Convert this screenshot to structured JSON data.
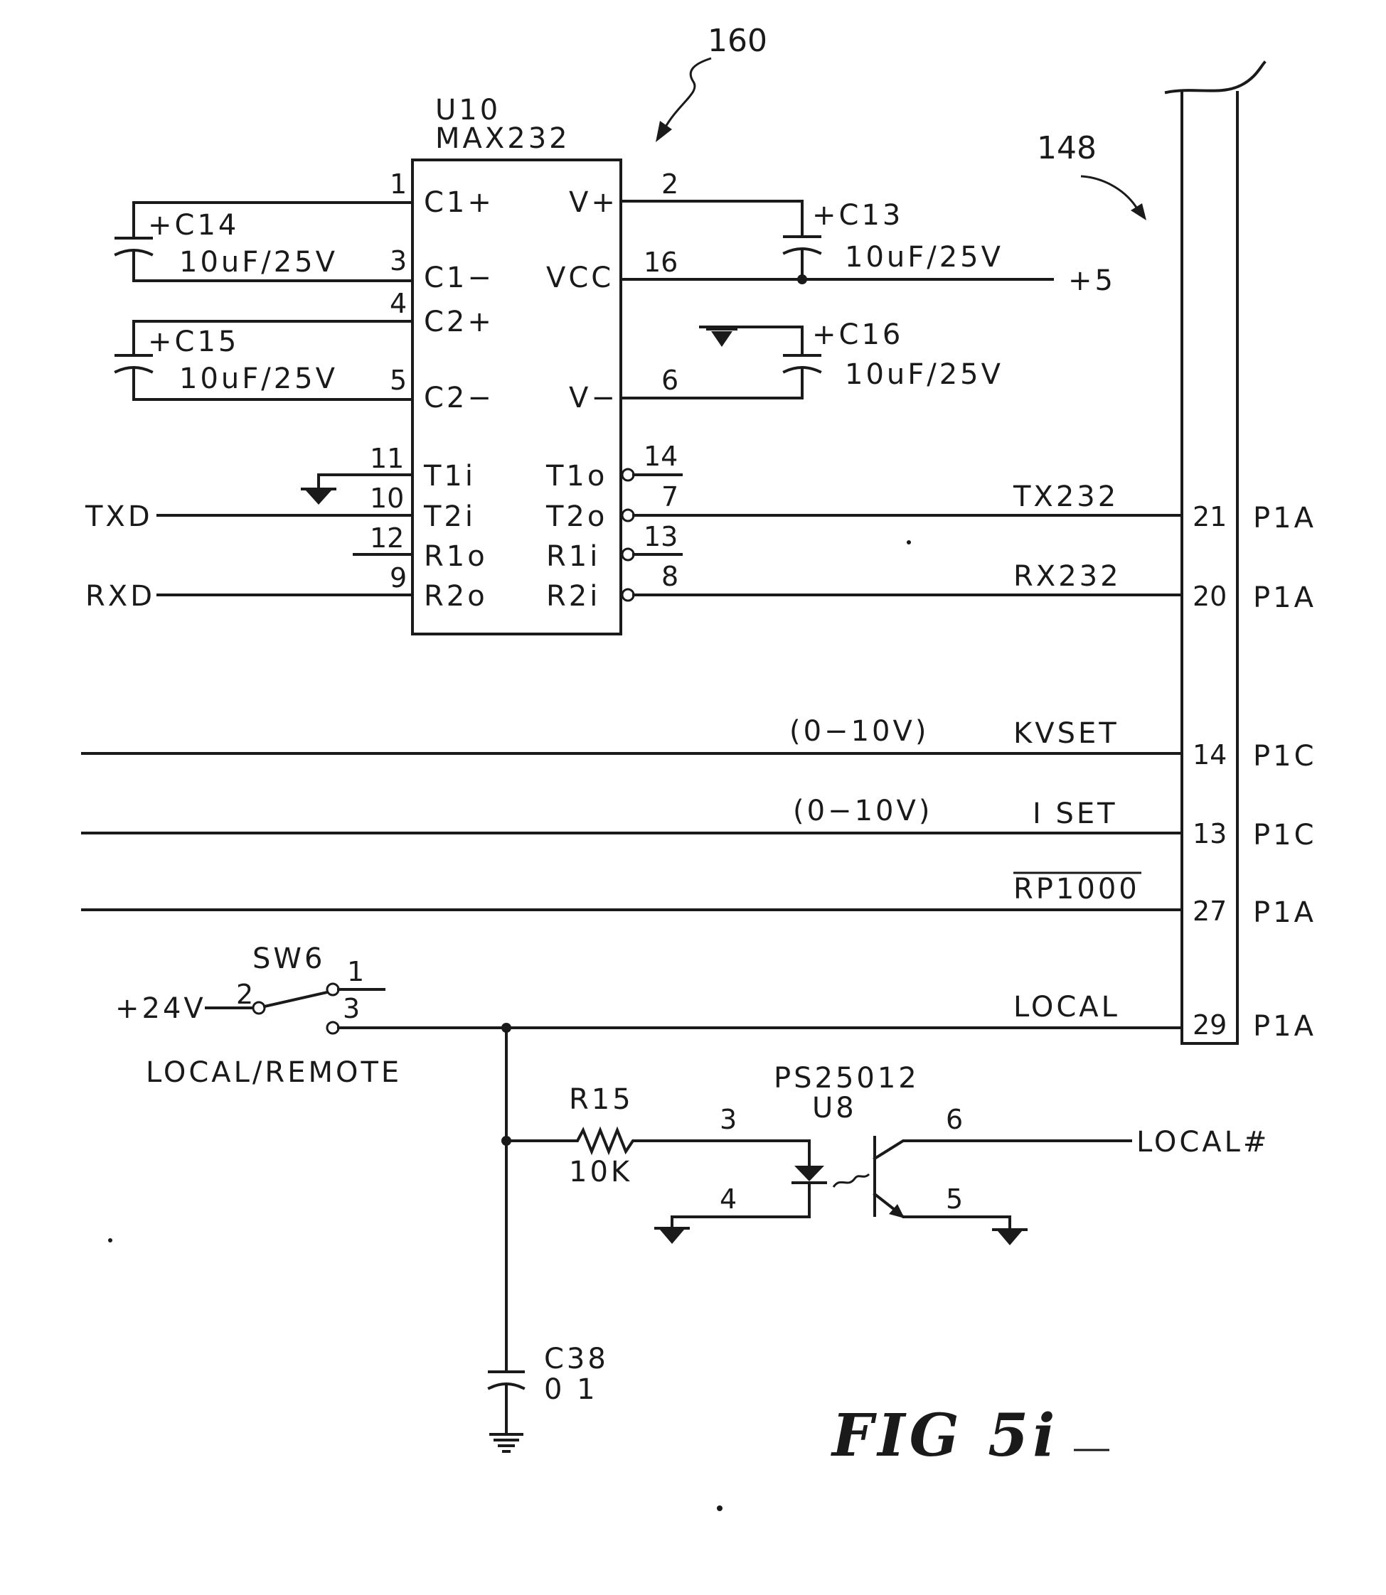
{
  "refs": {
    "circuit": "160",
    "connector": "148"
  },
  "u10": {
    "ref": "U10",
    "part": "MAX232",
    "pins": {
      "c1p": "C1+",
      "c1m": "C1−",
      "c2p": "C2+",
      "c2m": "C2−",
      "t1i": "T1i",
      "t2i": "T2i",
      "r1o": "R1o",
      "r2o": "R2o",
      "vp": "V+",
      "vcc": "VCC",
      "vm": "V−",
      "t1o": "T1o",
      "t2o": "T2o",
      "r1i": "R1i",
      "r2i": "R2i"
    },
    "pin_numbers": {
      "c1p": "1",
      "c1m": "3",
      "c2p": "4",
      "c2m": "5",
      "t1i": "11",
      "t2i": "10",
      "r1o": "12",
      "r2o": "9",
      "vp": "2",
      "vcc": "16",
      "vm": "6",
      "t1o": "14",
      "t2o": "7",
      "r1i": "13",
      "r2i": "8"
    }
  },
  "capacitors": {
    "c14": {
      "ref": "+C14",
      "value": "10uF/25V"
    },
    "c15": {
      "ref": "+C15",
      "value": "10uF/25V"
    },
    "c13": {
      "ref": "+C13",
      "value": "10uF/25V"
    },
    "c16": {
      "ref": "+C16",
      "value": "10uF/25V"
    },
    "c38": {
      "ref": "C38",
      "value": "0 1"
    }
  },
  "supply": {
    "plus5": "+5",
    "plus24": "+24V"
  },
  "signals": {
    "txd": "TXD",
    "rxd": "RXD",
    "tx232": "TX232",
    "rx232": "RX232",
    "kvset": "KVSET",
    "iset": "I SET",
    "rp1000": "RP1000",
    "local": "LOCAL",
    "local_n": "LOCAL#",
    "range_kv": "(0−10V)",
    "range_i": "(0−10V)"
  },
  "connector_pins": [
    {
      "num": "21",
      "port": "P1A"
    },
    {
      "num": "20",
      "port": "P1A"
    },
    {
      "num": "14",
      "port": "P1C"
    },
    {
      "num": "13",
      "port": "P1C"
    },
    {
      "num": "27",
      "port": "P1A"
    },
    {
      "num": "29",
      "port": "P1A"
    }
  ],
  "switch": {
    "ref": "SW6",
    "caption": "LOCAL/REMOTE",
    "pin1": "1",
    "pin2": "2",
    "pin3": "3"
  },
  "r15": {
    "ref": "R15",
    "value": "10K"
  },
  "u8": {
    "part": "PS25012",
    "ref": "U8",
    "pin3": "3",
    "pin4": "4",
    "pin5": "5",
    "pin6": "6"
  },
  "figure": "FIG 5i"
}
